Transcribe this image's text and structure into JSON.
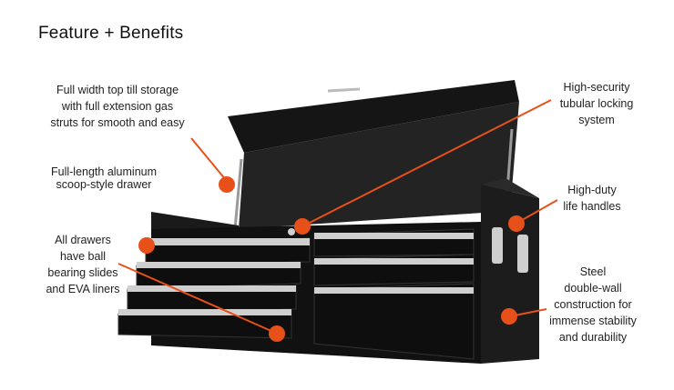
{
  "title": "Feature + Benefits",
  "features": {
    "top_till": [
      "Full width top till storage",
      "with full extension gas",
      "struts for smooth and easy"
    ],
    "aluminum_drawer": [
      "Full-length aluminum",
      "scoop-style drawer"
    ],
    "ball_bearing": [
      "All drawers",
      "have ball",
      "bearing slides",
      "and EVA liners"
    ],
    "locking": [
      "High-security",
      "tubular locking",
      "system"
    ],
    "handles": [
      "High-duty",
      "life handles"
    ],
    "steel": [
      "Steel",
      "double-wall",
      "construction for",
      "immense stability",
      "and durability"
    ]
  },
  "colors": {
    "callout_dot": "#e8501a",
    "callout_line": "#e8501a",
    "chest_body": "#151515",
    "drawer_trim": "#cfcfcf"
  }
}
